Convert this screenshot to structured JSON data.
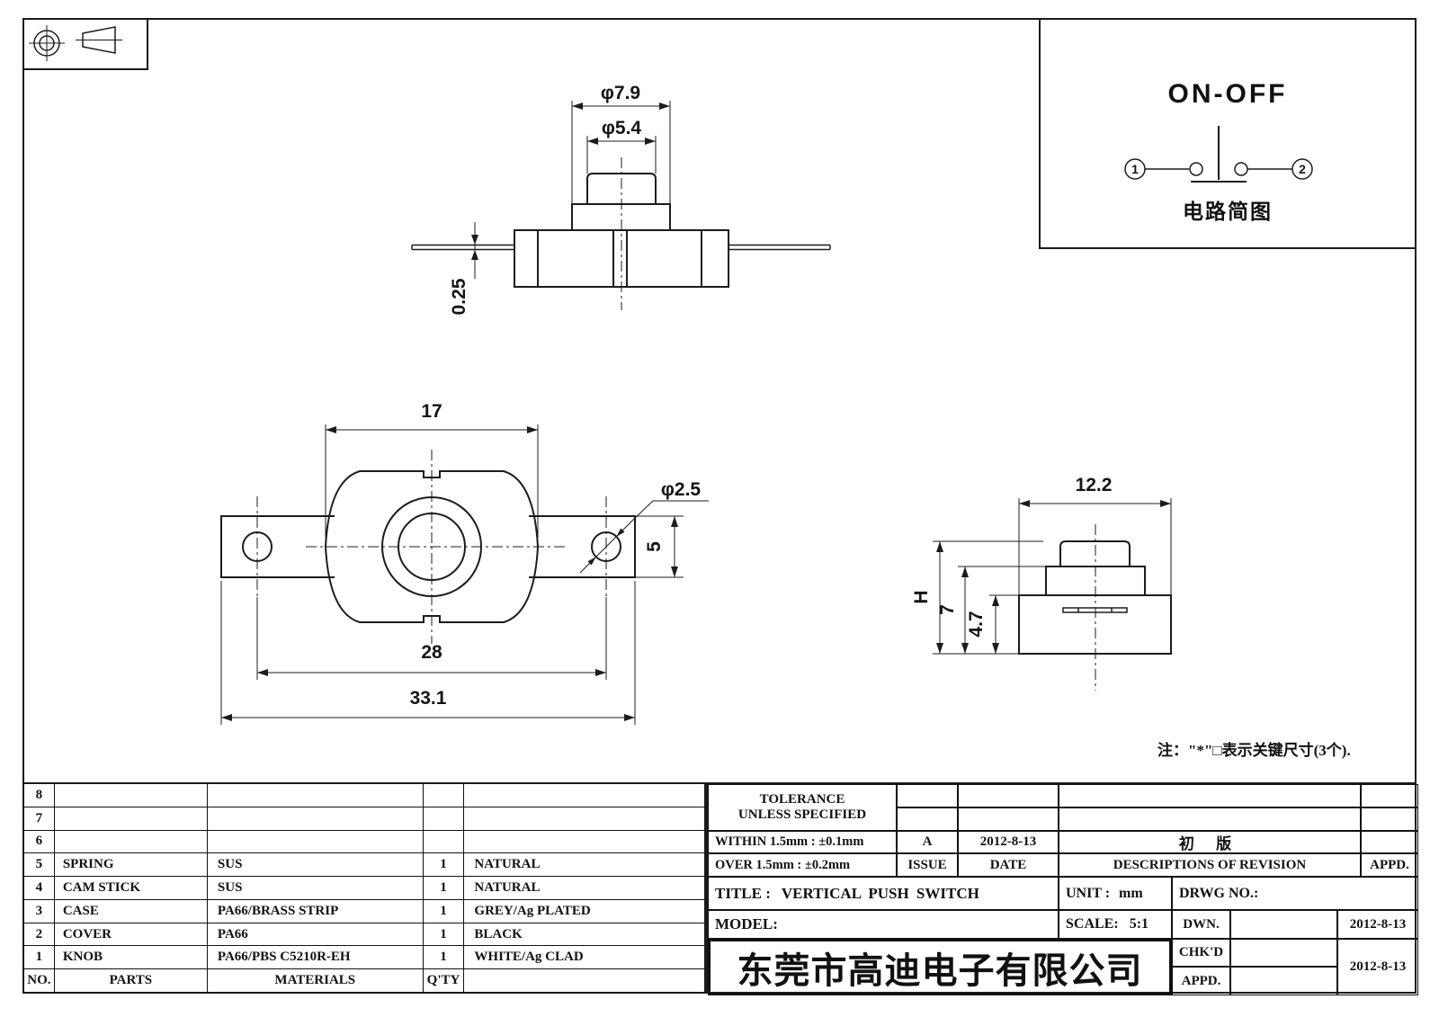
{
  "circuit": {
    "title": "ON-OFF",
    "terminal_left": "1",
    "terminal_right": "2",
    "caption": "电路简图"
  },
  "front_view": {
    "dia_outer": "φ7.9",
    "dia_inner": "φ5.4",
    "terminal_thickness": "0.25"
  },
  "plan_view": {
    "body_width": "17",
    "hole_dia": "φ2.5",
    "terminal_width": "5",
    "hole_pitch": "28",
    "overall_length": "33.1"
  },
  "side_view": {
    "body_width": "12.2",
    "total_height": "H",
    "cover_height": "7",
    "base_height": "4.7"
  },
  "note": "注：\"*\"□表示关键尺寸(3个).",
  "parts_table": {
    "headers": {
      "no": "NO.",
      "parts": "PARTS",
      "materials": "MATERIALS",
      "qty": "Q'TY",
      "finish": ""
    },
    "rows": [
      {
        "no": "8",
        "part": "",
        "material": "",
        "qty": "",
        "finish": ""
      },
      {
        "no": "7",
        "part": "",
        "material": "",
        "qty": "",
        "finish": ""
      },
      {
        "no": "6",
        "part": "",
        "material": "",
        "qty": "",
        "finish": ""
      },
      {
        "no": "5",
        "part": "SPRING",
        "material": "SUS",
        "qty": "1",
        "finish": "NATURAL"
      },
      {
        "no": "4",
        "part": "CAM STICK",
        "material": "SUS",
        "qty": "1",
        "finish": "NATURAL"
      },
      {
        "no": "3",
        "part": "CASE",
        "material": "PA66/BRASS STRIP",
        "qty": "1",
        "finish": "GREY/Ag PLATED"
      },
      {
        "no": "2",
        "part": "COVER",
        "material": "PA66",
        "qty": "1",
        "finish": "BLACK"
      },
      {
        "no": "1",
        "part": "KNOB",
        "material": "PA66/PBS C5210R-EH",
        "qty": "1",
        "finish": "WHITE/Ag CLAD"
      }
    ]
  },
  "title_block": {
    "tolerance_line1": "TOLERANCE",
    "tolerance_line2": "UNLESS  SPECIFIED",
    "within": "WITHIN 1.5mm : ±0.1mm",
    "over": "OVER 1.5mm : ±0.2mm",
    "rev_issue": "A",
    "rev_date": "2012-8-13",
    "rev_desc": "初 版",
    "issue_label": "ISSUE",
    "date_label": "DATE",
    "desc_label": "DESCRIPTIONS OF REVISION",
    "appd_label": "APPD.",
    "title_label": "TITLE :",
    "title_value": "VERTICAL PUSH SWITCH",
    "unit_label": "UNIT :",
    "unit_value": "mm",
    "drwg_label": "DRWG NO.:",
    "model_label": "MODEL:",
    "scale_label": "SCALE:",
    "scale_value": "5:1",
    "company": "东莞市高迪电子有限公司",
    "dwn_label": "DWN.",
    "chkd_label": "CHK'D",
    "appd_sign_label": "APPD.",
    "dwn_date": "2012-8-13",
    "chk_date": "2012-8-13"
  }
}
